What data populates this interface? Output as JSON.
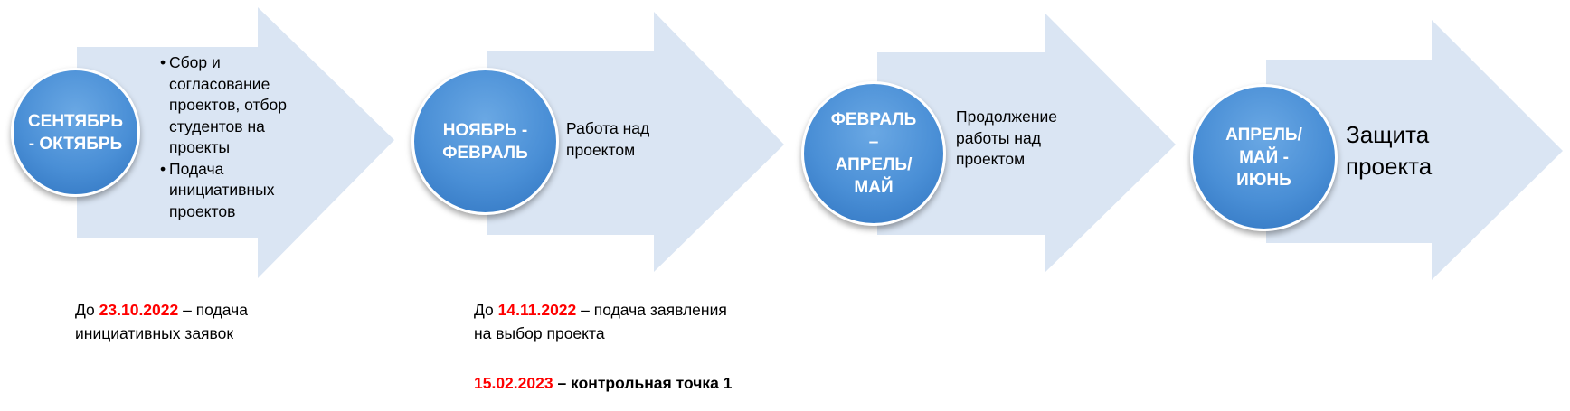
{
  "colors": {
    "arrow_fill": "#dae5f3",
    "circle_fill": "#4a8fd6",
    "date_red": "#ff0000"
  },
  "stages": [
    {
      "label": "СЕНТЯБРЬ\n- ОКТЯБРЬ",
      "items": [
        "Сбор и согласование проектов, отбор студентов на проекты",
        "Подача инициативных проектов"
      ]
    },
    {
      "label": "НОЯБРЬ -\nФЕВРАЛЬ",
      "text": "Работа над проектом"
    },
    {
      "label": "ФЕВРАЛЬ\n–\nАПРЕЛЬ/\nМАЙ",
      "text": "Продолжение работы над проектом"
    },
    {
      "label": "АПРЕЛЬ/\nМАЙ -\nИЮНЬ",
      "text": "Защита проекта"
    }
  ],
  "notes": {
    "note1": {
      "prefix": "До ",
      "date": "23.10.2022",
      "suffix": " – подача",
      "line2": "инициативных заявок"
    },
    "note2": {
      "prefix": "До ",
      "date": "14.11.2022",
      "suffix": " – подача заявления",
      "line2": "на выбор проекта"
    },
    "note3": {
      "date": "15.02.2023",
      "suffix": " – контрольная точка 1"
    }
  }
}
